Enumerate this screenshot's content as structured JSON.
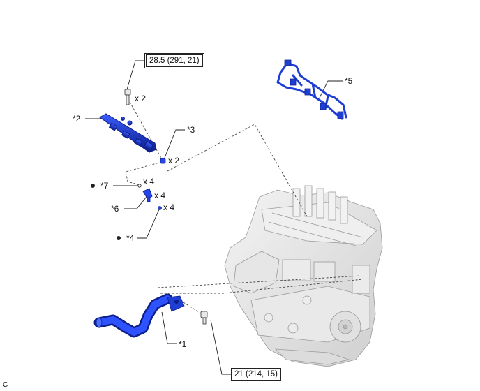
{
  "colors": {
    "part_blue": "#1f3fd4",
    "part_blue_dark": "#0c1f8a",
    "engine_gray": "#e3e3e3",
    "engine_line": "#9a9a9a",
    "leader": "#222222"
  },
  "torques": {
    "top": "28.5 (291, 21)",
    "bottom": "21 (214, 15)"
  },
  "callouts": {
    "c1": "*1",
    "c2": "*2",
    "c3": "*3",
    "c4": "*4",
    "c5": "*5",
    "c6": "*6",
    "c7": "*7"
  },
  "quantities": {
    "bolt": "x 2",
    "c3": "x 2",
    "c7": "x 4",
    "c6": "x 4",
    "c4": "x 4"
  },
  "corner_code": "C",
  "icons": [
    "bolt-icon",
    "fuel-delivery-pipe-icon",
    "insulator-icon",
    "injector-icon",
    "wire-harness-icon",
    "water-outlet-pipe-icon",
    "engine-block-icon",
    "non-reusable-part-dot-icon"
  ]
}
